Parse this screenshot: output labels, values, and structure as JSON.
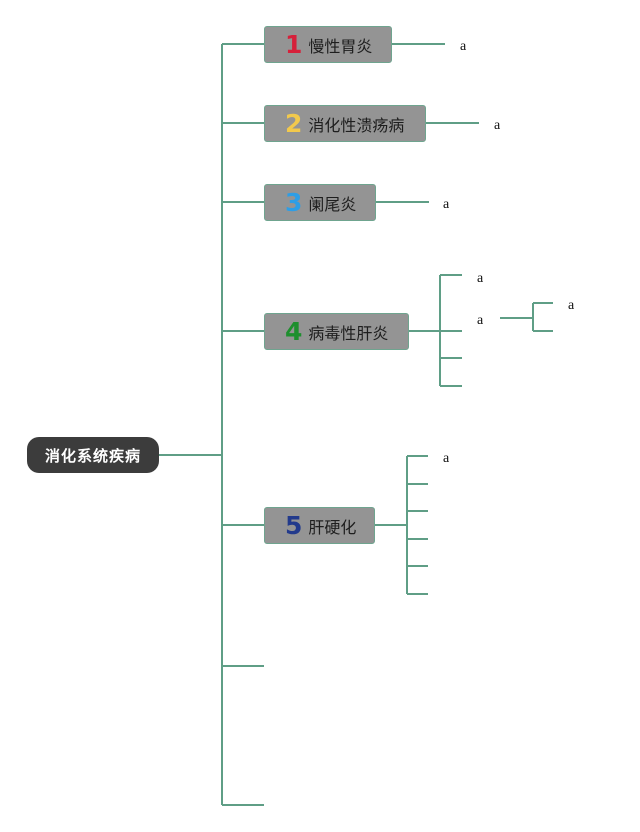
{
  "root": {
    "label": "消化系统疾病"
  },
  "topics": [
    {
      "number": "1",
      "label": "慢性胃炎",
      "number_color": "#d6203a"
    },
    {
      "number": "2",
      "label": "消化性溃疡病",
      "number_color": "#f2c94c"
    },
    {
      "number": "3",
      "label": "阑尾炎",
      "number_color": "#2e9ee6"
    },
    {
      "number": "4",
      "label": "病毒性肝炎",
      "number_color": "#1e8f2e"
    },
    {
      "number": "5",
      "label": "肝硬化",
      "number_color": "#223a8c"
    }
  ],
  "leaves": {
    "t1": "a",
    "t2": "a",
    "t3": "a",
    "t4_first": "a",
    "t4_second": "a",
    "t4_second_child": "a",
    "t5_first": "a"
  }
}
